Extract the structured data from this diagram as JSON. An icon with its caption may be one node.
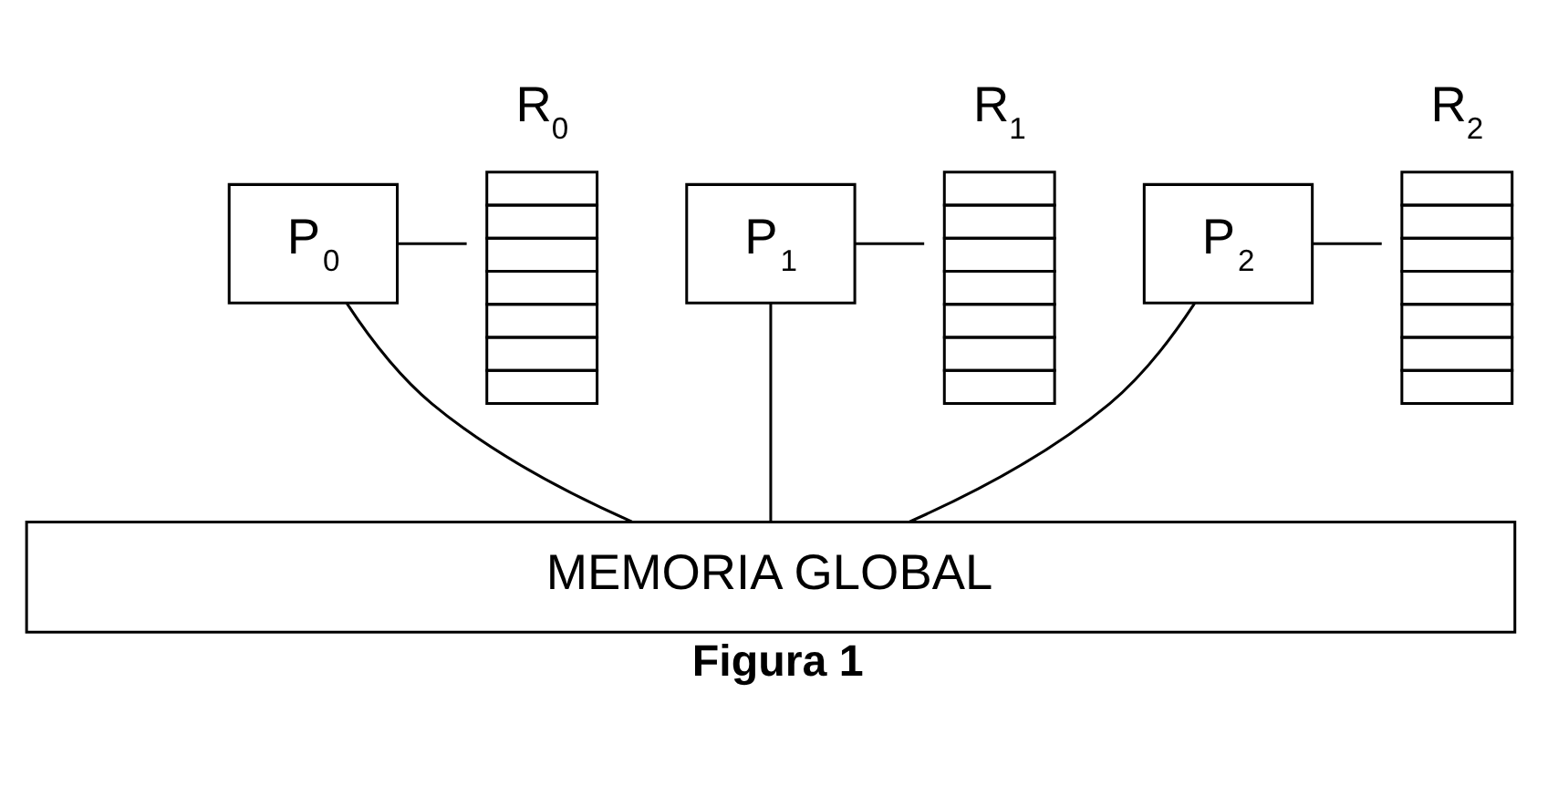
{
  "diagram": {
    "caption": "Figura 1",
    "nodes": [
      {
        "text": [
          "P$_{0}$"
        ]
      },
      {
        "text": [
          "R$_{0}$"
        ]
      },
      {
        "text": [
          "P$_{1}$"
        ]
      },
      {
        "text": [
          "R$_{1}$"
        ]
      },
      {
        "text": [
          "P$_{2}$"
        ]
      },
      {
        "text": [
          "R$_{2}$"
        ]
      },
      {
        "text": [
          "MEMORIA GLOBAL"
        ]
      }
    ],
    "edges": [
      {
        "from": 0,
        "to": 1,
        "arrow": "none"
      },
      {
        "from": 2,
        "to": 3,
        "arrow": "none"
      },
      {
        "from": 4,
        "to": 5,
        "arrow": "none"
      },
      {
        "from": 0,
        "to": 6,
        "arrow": "none"
      },
      {
        "from": 2,
        "to": 6,
        "arrow": "none"
      },
      {
        "from": 4,
        "to": 6,
        "arrow": "none"
      }
    ]
  }
}
